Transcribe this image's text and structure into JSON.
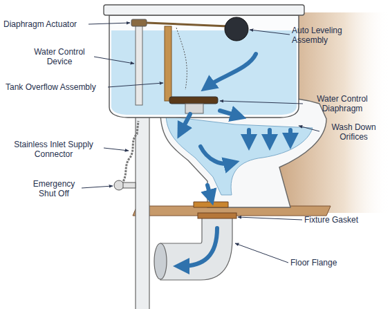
{
  "diagram": {
    "labels": [
      "Diaphragm Actuator",
      "Water Control Device",
      "Tank Overflow Assembly",
      "Stainless Inlet Supply Connector",
      "Emergency Shut Off",
      "Auto Leveling Assembly",
      "Water Control Diaphragm",
      "Wash Down Orifices",
      "Fixture Gasket",
      "Floor Flange"
    ]
  }
}
